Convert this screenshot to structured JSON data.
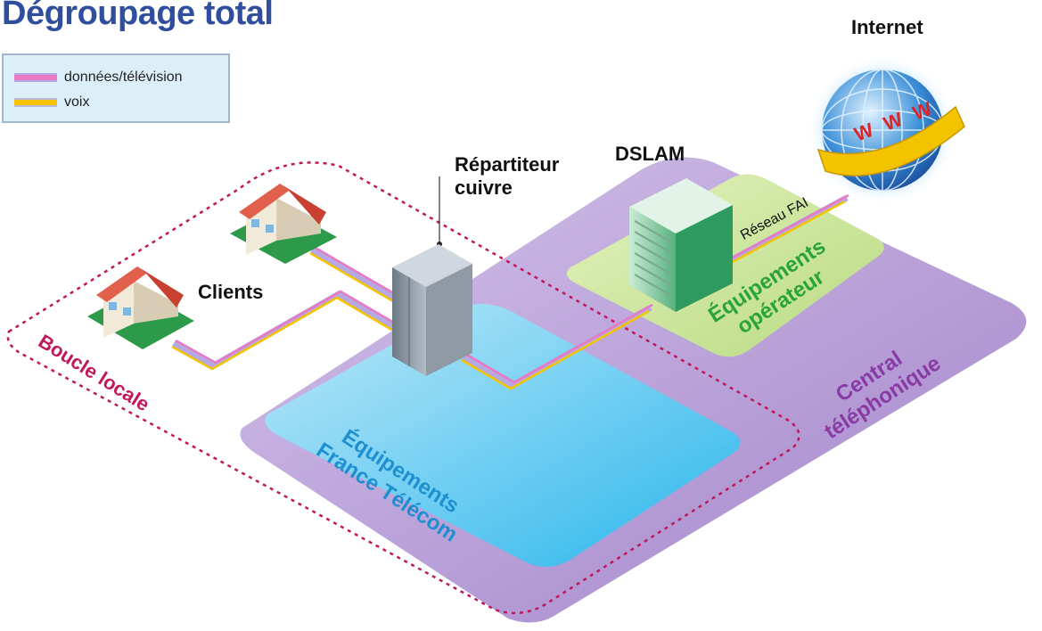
{
  "title": "Dégroupage total",
  "legend": {
    "items": [
      {
        "label": "données/télévision",
        "color": "#e879c4"
      },
      {
        "label": "voix",
        "color": "#f5c400"
      }
    ]
  },
  "nodes": {
    "internet": "Internet",
    "www": "W W W",
    "dslam": "DSLAM",
    "repartiteur_line1": "Répartiteur",
    "repartiteur_line2": "cuivre",
    "clients": "Clients",
    "reseau_fai": "Réseau FAI"
  },
  "zones": {
    "boucle_locale": "Boucle locale",
    "equipements_ft_line1": "Équipements",
    "equipements_ft_line2": "France Télécom",
    "equipements_op_line1": "Équipements",
    "equipements_op_line2": "opérateur",
    "central_line1": "Central",
    "central_line2": "téléphonique"
  },
  "colors": {
    "title": "#2f4f9e",
    "central": "#b9a2d6",
    "france_telecom": "#4ac4ee",
    "operateur": "#cfe6a0",
    "boucle_locale": "#c0185b",
    "dslam": "#2fae5f",
    "house_roof": "#d64a3a"
  }
}
